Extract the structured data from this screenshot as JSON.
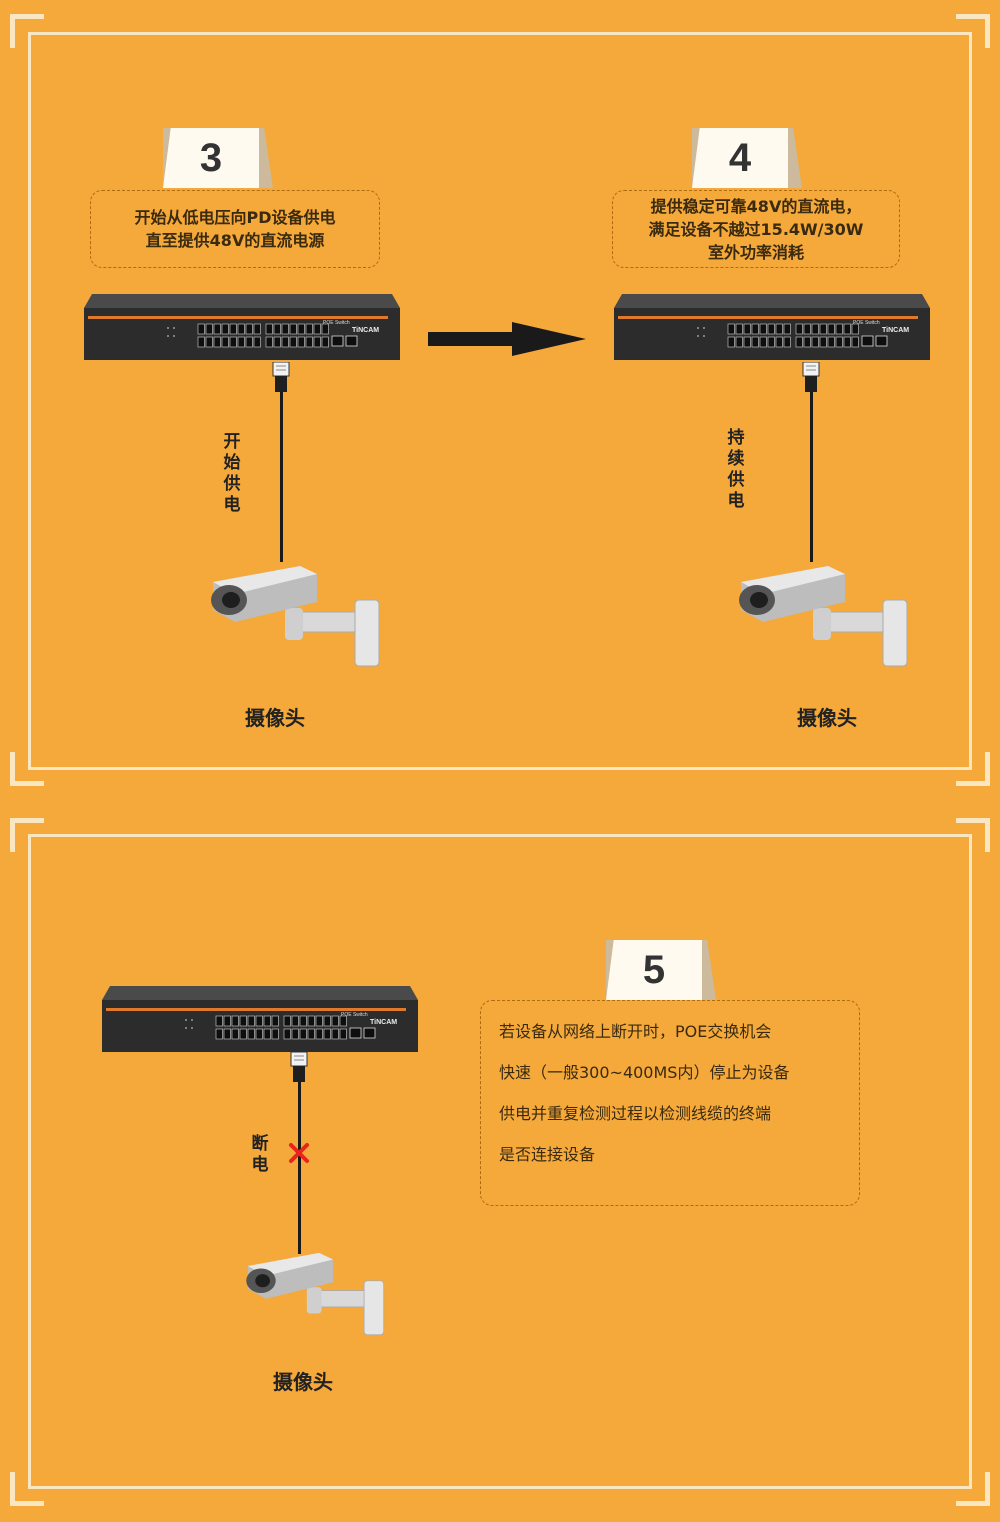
{
  "steps": [
    {
      "number": "3",
      "callout_lines": [
        "开始从低电压向PD设备供电",
        "直至提供48V的直流电源"
      ],
      "cable_label": "开始供电",
      "camera_label": "摄像头"
    },
    {
      "number": "4",
      "callout_lines": [
        "提供稳定可靠48V的直流电，",
        "满足设备不越过15.4W/30W",
        "室外功率消耗"
      ],
      "cable_label": "持续供电",
      "camera_label": "摄像头"
    },
    {
      "number": "5",
      "callout_lines": [
        "若设备从网络上断开时，POE交换机会",
        "快速（一般300~400MS内）停止为设备",
        "供电并重复检测过程以检测线缆的终端",
        "是否连接设备"
      ],
      "cable_label": "断电",
      "camera_label": "摄像头"
    }
  ],
  "switch": {
    "brand": "TiNCAM",
    "model_label": "POE Switch"
  },
  "colors": {
    "background": "#f5a93a",
    "frame": "#fbe6c2",
    "cut_mark": "#e8241c"
  }
}
